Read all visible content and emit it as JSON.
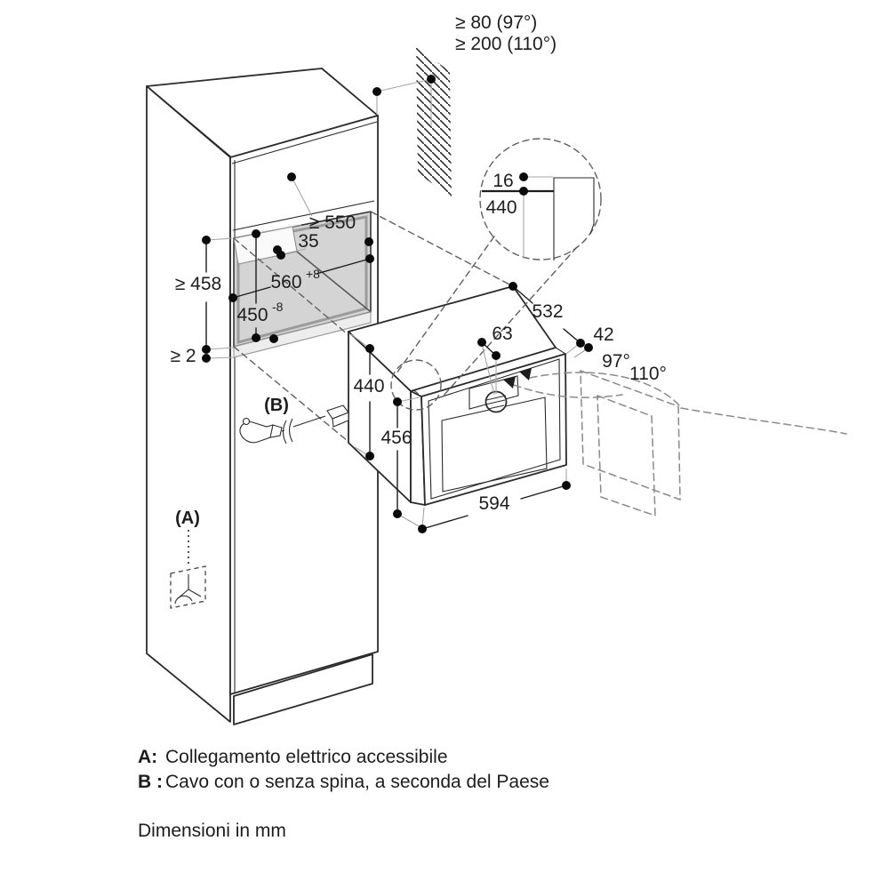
{
  "wall_clearance": {
    "line1": "≥ 80 (97°)",
    "line2": "≥ 200 (110°)"
  },
  "detail_circle": {
    "front_offset": "16",
    "depth": "440"
  },
  "niche": {
    "min_depth": "≥ 550",
    "top_offset": "35",
    "width": "560",
    "width_sup": "+8",
    "height": "450",
    "height_sup": "-8",
    "min_height": "≥ 458",
    "bottom_gap": "≥ 2"
  },
  "oven": {
    "body_depth": "532",
    "door_gap": "42",
    "knob_offset": "63",
    "side_depth": "440",
    "height": "456",
    "width": "594",
    "door_angle_small": "97°",
    "door_angle_large": "110°"
  },
  "callouts": {
    "a": "(A)",
    "b": "(B)"
  },
  "legend": {
    "a_key": "A:",
    "a_text": "Collegamento elettrico accessibile",
    "b_key": "B :",
    "b_text": "Cavo con o senza spina, a seconda del Paese"
  },
  "footer": {
    "note": "Dimensioni in mm"
  }
}
